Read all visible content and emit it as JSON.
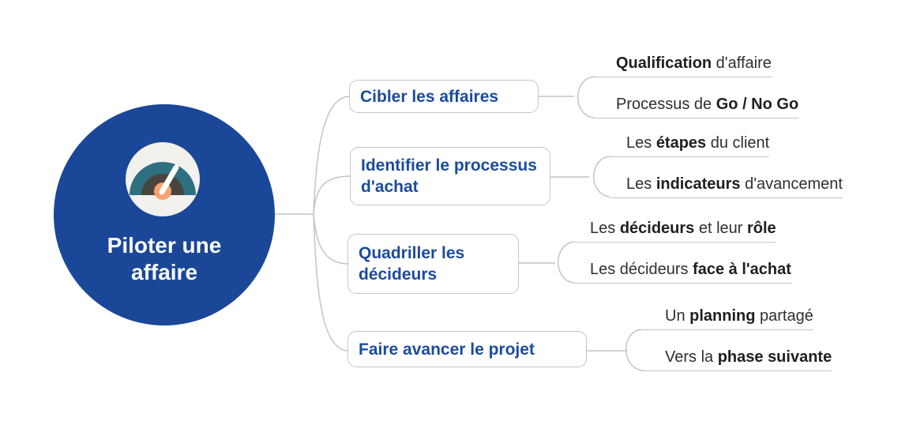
{
  "title": "Piloter une affaire",
  "colors": {
    "center_bg": "#1A4797",
    "branch_text": "#1C4B9C",
    "connector_line": "#C4C4C4",
    "leaf_text": "#2F2F2F",
    "gauge_face": "#F2F1EE",
    "gauge_arc": "#2E6F80",
    "gauge_inner_arc": "#49443E",
    "gauge_hub": "#F7A171",
    "gauge_needle": "#FFFFFF"
  },
  "center": {
    "title": "Piloter une affaire",
    "icon": "gauge-icon"
  },
  "branches": [
    {
      "label": "Cibler les affaires",
      "leaves": [
        {
          "segments": [
            {
              "t": "Qualification",
              "b": true
            },
            {
              "t": " d'affaire",
              "b": false
            }
          ]
        },
        {
          "segments": [
            {
              "t": "Processus de ",
              "b": false
            },
            {
              "t": "Go / No Go",
              "b": true
            }
          ]
        }
      ]
    },
    {
      "label": "Identifier le processus d'achat",
      "leaves": [
        {
          "segments": [
            {
              "t": "Les ",
              "b": false
            },
            {
              "t": "étapes",
              "b": true
            },
            {
              "t": " du client",
              "b": false
            }
          ]
        },
        {
          "segments": [
            {
              "t": "Les ",
              "b": false
            },
            {
              "t": "indicateurs",
              "b": true
            },
            {
              "t": " d'avancement",
              "b": false
            }
          ]
        }
      ]
    },
    {
      "label": "Quadriller les décideurs",
      "leaves": [
        {
          "segments": [
            {
              "t": "Les ",
              "b": false
            },
            {
              "t": "décideurs",
              "b": true
            },
            {
              "t": " et leur ",
              "b": false
            },
            {
              "t": "rôle",
              "b": true
            }
          ]
        },
        {
          "segments": [
            {
              "t": "Les décideurs ",
              "b": false
            },
            {
              "t": "face à l'achat",
              "b": true
            }
          ]
        }
      ]
    },
    {
      "label": "Faire avancer le projet",
      "leaves": [
        {
          "segments": [
            {
              "t": "Un ",
              "b": false
            },
            {
              "t": "planning",
              "b": true
            },
            {
              "t": " partagé",
              "b": false
            }
          ]
        },
        {
          "segments": [
            {
              "t": "Vers la ",
              "b": false
            },
            {
              "t": "phase suivante",
              "b": true
            }
          ]
        }
      ]
    }
  ]
}
